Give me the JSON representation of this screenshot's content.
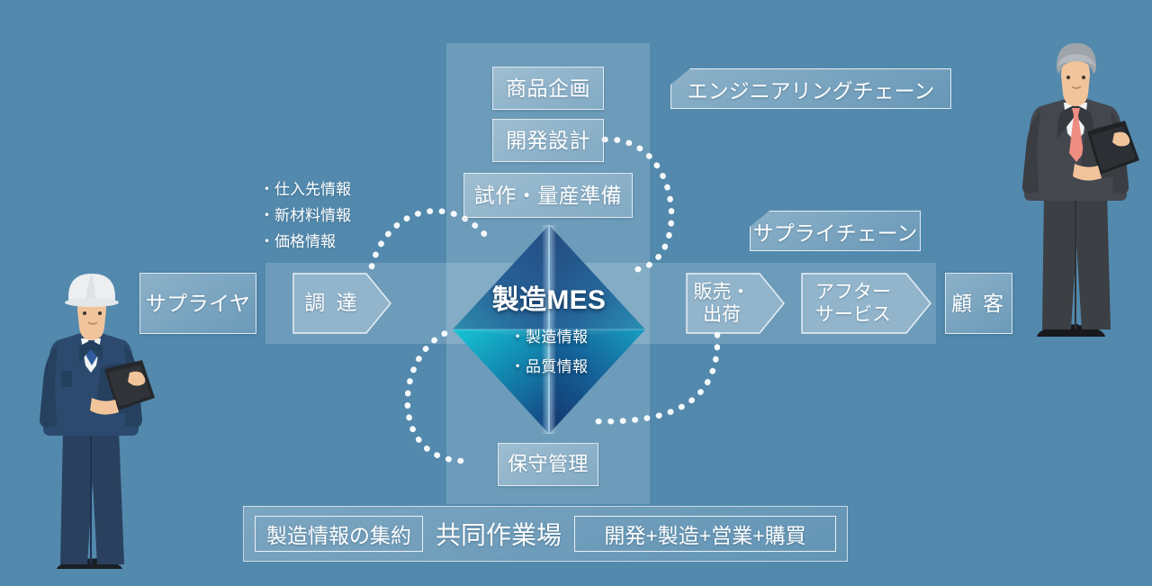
{
  "theme": {
    "background": "#5289ad",
    "panel_overlay": "rgba(255,255,255,0.16)",
    "box_border": "#ffffff",
    "diamond_top": "#1b3f73",
    "diamond_mid": "#0f8fa8",
    "diamond_accent": "#16c3d8",
    "text": "#ffffff"
  },
  "center": {
    "title": "製造MES",
    "bullets": [
      "・製造情報",
      "・品質情報"
    ]
  },
  "engineering_chain": {
    "label": "エンジニアリングチェーン",
    "steps": [
      {
        "id": "product-planning",
        "label": "商品企画"
      },
      {
        "id": "development-design",
        "label": "開発設計"
      },
      {
        "id": "trial-mass-production",
        "label": "試作・量産準備"
      }
    ]
  },
  "supply_chain": {
    "label": "サプライチェーン",
    "upstream": [
      {
        "id": "supplier",
        "label": "サプライヤ",
        "shape": "rect"
      },
      {
        "id": "procurement",
        "label": "調 達",
        "shape": "chevron"
      }
    ],
    "downstream": [
      {
        "id": "sales-shipping",
        "label": "販売・\n出荷",
        "shape": "chevron"
      },
      {
        "id": "after-service",
        "label": "アフター\nサービス",
        "shape": "chevron"
      },
      {
        "id": "customer",
        "label": "顧 客",
        "shape": "rect"
      }
    ]
  },
  "maintenance": {
    "id": "maintenance-management",
    "label": "保守管理"
  },
  "supplier_info": {
    "items": [
      "・仕入先情報",
      "・新材料情報",
      "・価格情報"
    ]
  },
  "bottom_bar": {
    "left_label": "製造情報の集約",
    "center_label": "共同作業場",
    "right_label": "開発+製造+営業+購買"
  },
  "people": [
    {
      "id": "factory-worker",
      "description": "helmeted factory worker holding tablet"
    },
    {
      "id": "executive",
      "description": "suited executive holding tablet"
    }
  ]
}
